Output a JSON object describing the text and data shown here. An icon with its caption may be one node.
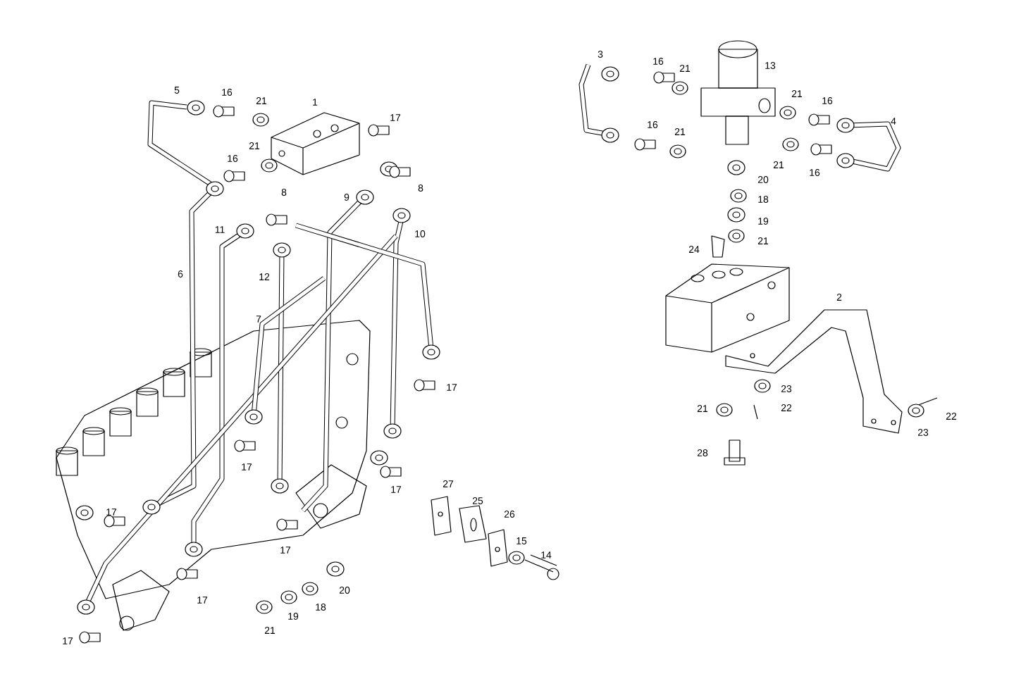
{
  "diagram": {
    "labels": [
      "3",
      "16",
      "13",
      "21",
      "5",
      "16",
      "21",
      "1",
      "21",
      "16",
      "17",
      "4",
      "16",
      "21",
      "21",
      "16",
      "21",
      "16",
      "20",
      "8",
      "8",
      "9",
      "18",
      "19",
      "11",
      "10",
      "21",
      "24",
      "6",
      "12",
      "2",
      "7",
      "17",
      "23",
      "22",
      "21",
      "22",
      "23",
      "28",
      "17",
      "27",
      "17",
      "25",
      "26",
      "17",
      "15",
      "14",
      "17",
      "20",
      "17",
      "18",
      "19",
      "21",
      "17"
    ]
  }
}
